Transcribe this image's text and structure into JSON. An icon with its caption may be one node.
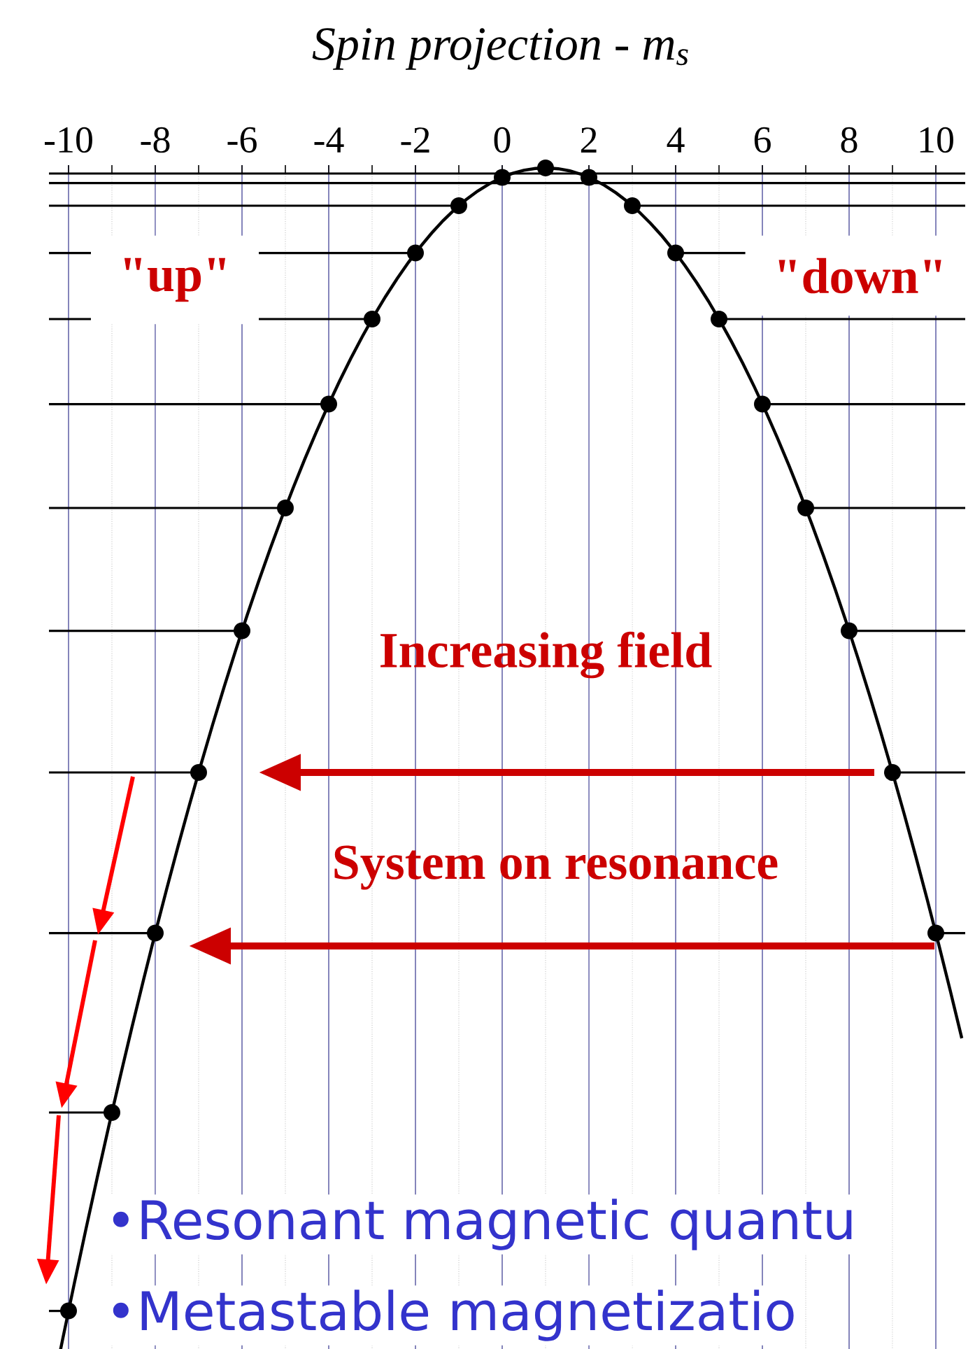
{
  "diagram": {
    "title": "Spin projection - m$_{s}$",
    "labels": [
      "-10",
      "-8",
      "-6",
      "-4",
      "-2",
      "0",
      "2",
      "4",
      "6",
      "8",
      "10",
      "\"up\"",
      "\"down\"",
      "Increasing field",
      "System on resonance",
      "•Resonant magnetic quantu",
      "•Metastable magnetizatio"
    ]
  }
}
